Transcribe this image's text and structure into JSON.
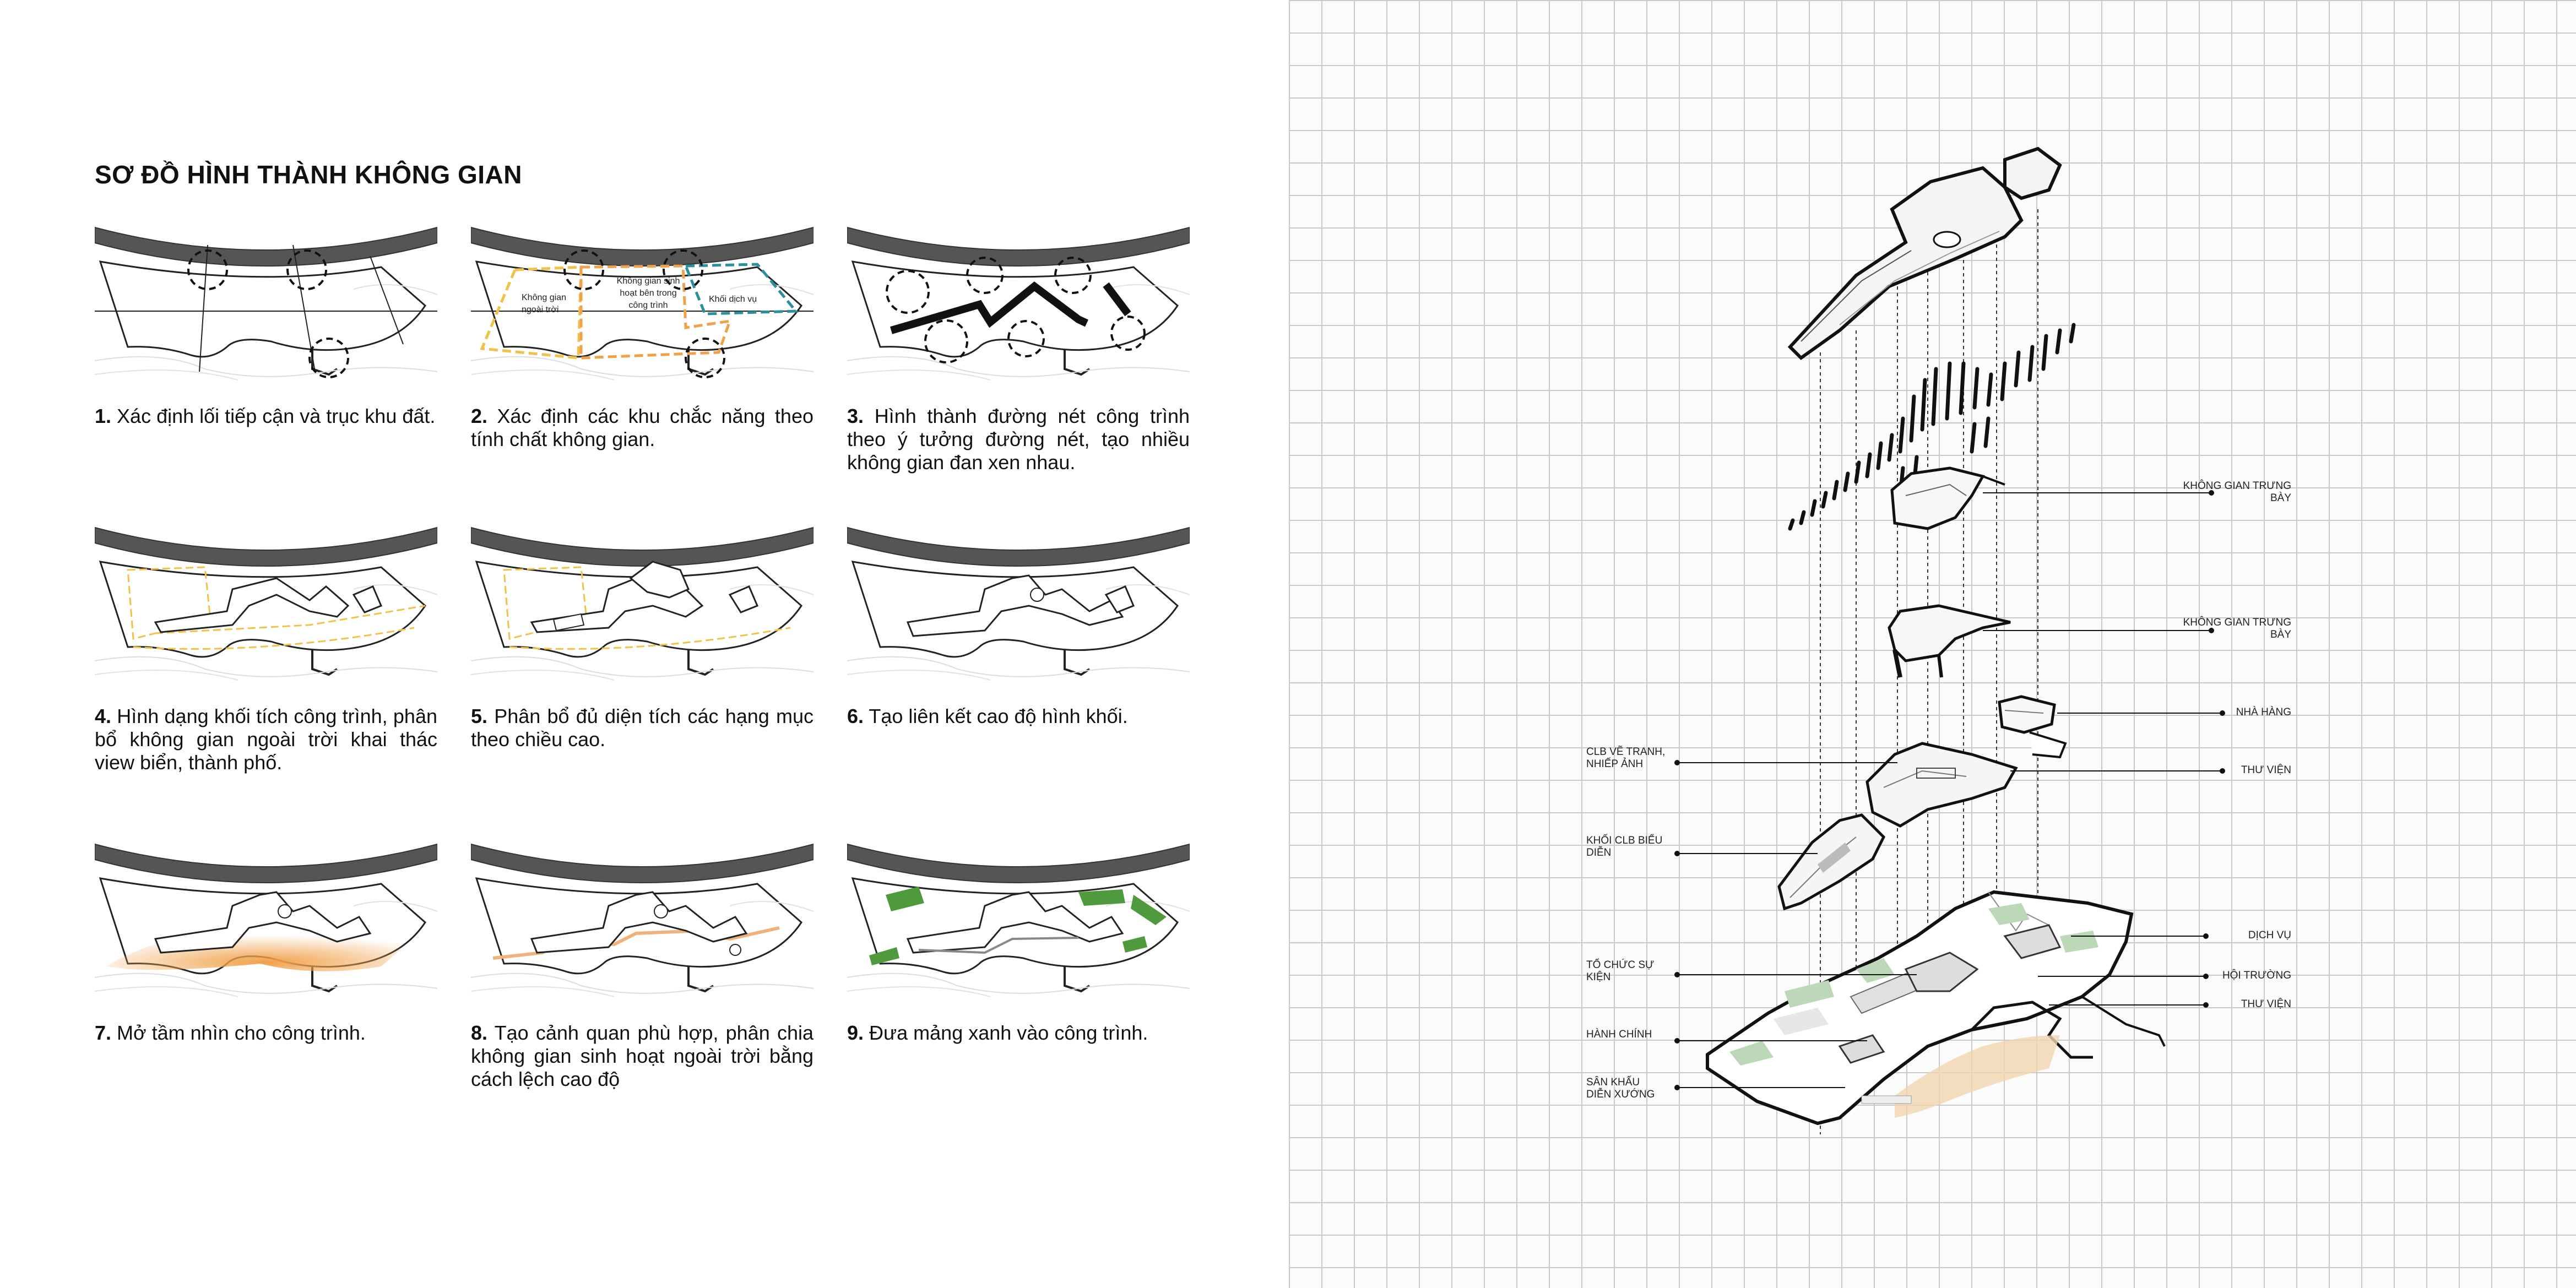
{
  "title": "SƠ ĐỒ HÌNH THÀNH KHÔNG GIAN",
  "steps": [
    {
      "num": "1.",
      "text": "Xác định lối tiếp cận và trục khu đất."
    },
    {
      "num": "2.",
      "text": "Xác định các khu chắc năng theo tính chất không gian."
    },
    {
      "num": "3.",
      "text": "Hình thành đường nét công trình theo ý tưởng đường nét, tạo nhiều không gian đan xen nhau."
    },
    {
      "num": "4.",
      "text": "Hình dạng khối tích công trình, phân bổ không gian ngoài trời khai thác view biển, thành phố."
    },
    {
      "num": "5.",
      "text": "Phân bổ đủ diện tích các hạng mục theo chiều cao."
    },
    {
      "num": "6.",
      "text": "Tạo liên kết cao độ hình khối."
    },
    {
      "num": "7.",
      "text": "Mở tầm nhìn cho công trình."
    },
    {
      "num": "8.",
      "text": "Tạo cảnh quan phù hợp, phân chia không gian sinh hoạt ngoài trời bằng cách lệch cao độ"
    },
    {
      "num": "9.",
      "text": "Đưa mảng xanh vào công trình."
    }
  ],
  "zone_labels": {
    "outdoor": "Không gian ngoài trời",
    "indoor": "Không gian sinh hoạt bên trong công trình",
    "service": "Khối dịch vụ"
  },
  "axo_labels": {
    "exhibit1": "KHÔNG GIAN TRƯNG BÀY",
    "exhibit2": "KHÔNG GIAN TRƯNG BÀY",
    "restaurant": "NHÀ HÀNG",
    "library1": "THƯ VIỆN",
    "paint_club": "CLB VẼ TRANH, NHIẾP ẢNH",
    "perform_club": "KHỐI CLB BIỂU DIỄN",
    "service": "DỊCH VỤ",
    "event": "TỔ CHỨC SỰ KIỆN",
    "hall": "HỘI TRƯỜNG",
    "library2": "THƯ VIỆN",
    "admin": "HÀNH CHÍNH",
    "stage": "SÂN KHẤU DIỄN XƯỚNG"
  },
  "colors": {
    "accent_orange": "#f0a14a",
    "zone_yellow": "#f2c14a",
    "zone_teal": "#2a8f9e",
    "green": "#4e9a3c",
    "road": "#555555"
  }
}
